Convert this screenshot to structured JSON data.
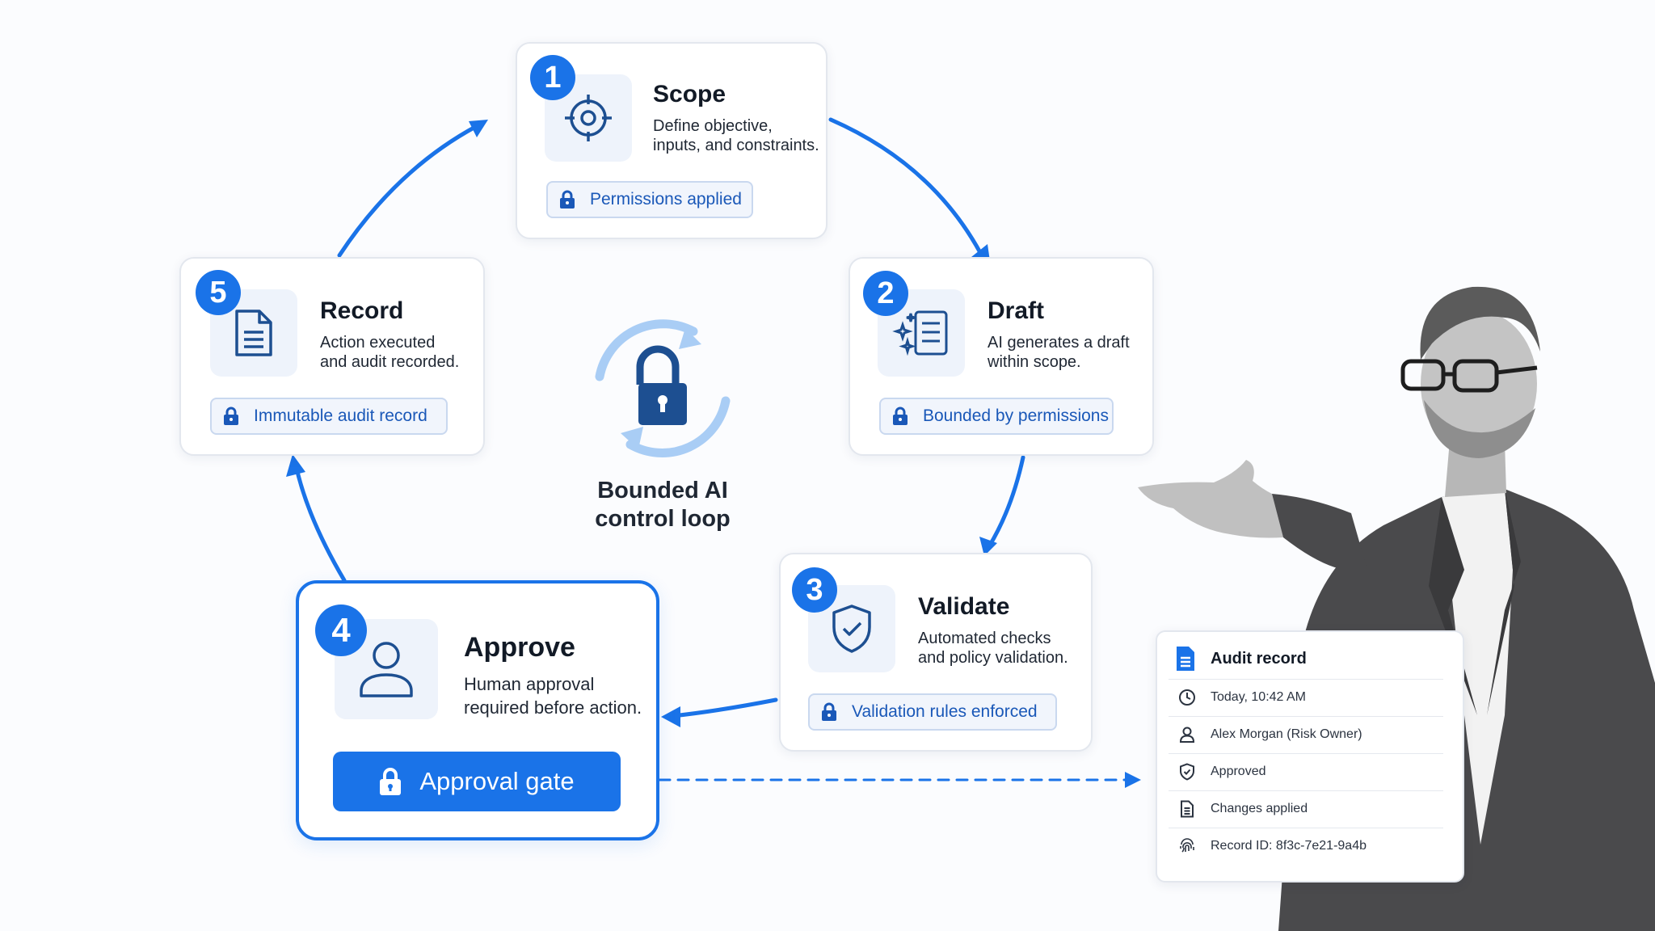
{
  "center": {
    "label_line1": "Bounded AI",
    "label_line2": "control loop",
    "lock_icon": "padlock-icon",
    "cycle_icon": "circular-arrows-icon"
  },
  "steps": [
    {
      "number": "1",
      "title": "Scope",
      "desc_line1": "Define objective,",
      "desc_line2": "inputs, and constraints.",
      "chip": "Permissions applied",
      "icon": "target-icon"
    },
    {
      "number": "2",
      "title": "Draft",
      "desc_line1": "AI generates a draft",
      "desc_line2": "within scope.",
      "chip": "Bounded by permissions",
      "icon": "sparkle-list-icon"
    },
    {
      "number": "3",
      "title": "Validate",
      "desc_line1": "Automated checks",
      "desc_line2": "and policy validation.",
      "chip": "Validation rules enforced",
      "icon": "shield-check-icon"
    },
    {
      "number": "4",
      "title": "Approve",
      "desc_line1": "Human approval",
      "desc_line2": "required before action.",
      "chip": "Approval gate",
      "icon": "user-icon"
    },
    {
      "number": "5",
      "title": "Record",
      "desc_line1": "Action executed",
      "desc_line2": "and audit recorded.",
      "chip": "Immutable audit record",
      "icon": "document-icon"
    }
  ],
  "audit": {
    "title": "Audit record",
    "rows": [
      {
        "icon": "clock-icon",
        "text": "Today, 10:42 AM"
      },
      {
        "icon": "user-icon",
        "text": "Alex Morgan (Risk Owner)"
      },
      {
        "icon": "shield-check-icon",
        "text": "Approved"
      },
      {
        "icon": "document-icon",
        "text": "Changes applied"
      },
      {
        "icon": "fingerprint-icon",
        "text": "Record ID: 8f3c-7e21-9a4b"
      }
    ]
  },
  "colors": {
    "accent": "#1a73e8",
    "accent_light": "#a9cdf5",
    "chip_text": "#1a58b8",
    "icon_dark": "#1d4f91"
  }
}
